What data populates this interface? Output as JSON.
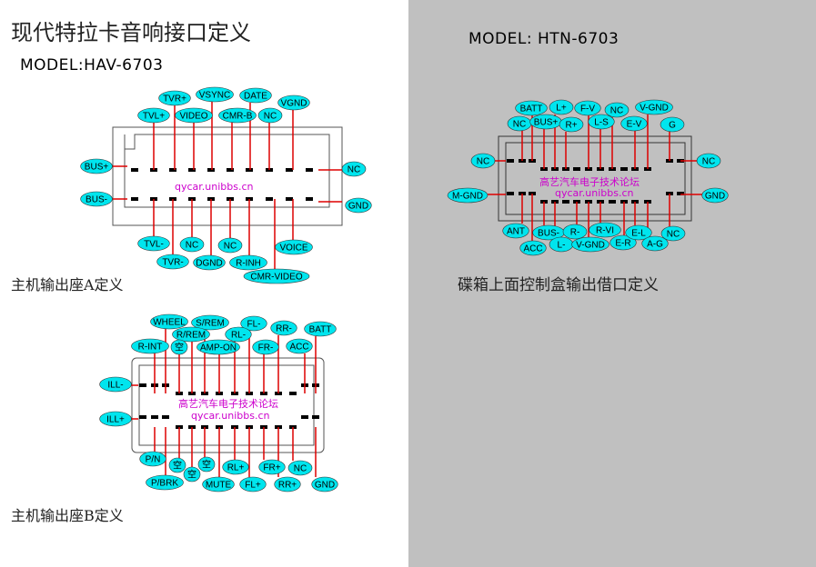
{
  "page_title": "现代特拉卡音响接口定义",
  "left_model": {
    "prefix": "MODEL:",
    "name": "HAV-6703"
  },
  "right_model": {
    "prefix": "MODEL:",
    "name": "HTN-6703"
  },
  "caption_a": "主机输出座A定义",
  "caption_b": "主机输出座B定义",
  "caption_right": "碟箱上面控制盒输出借口定义",
  "watermark_cn": "高艺汽车电子技术论坛",
  "watermark_url": "qycar.unibbs.cn",
  "colors": {
    "bubble": "#00e5ee",
    "wire": "#dd0000",
    "panel_gray": "#c0c0c0",
    "watermark": "#cc00cc"
  },
  "connector_a": {
    "top_labels": [
      "TVR+",
      "TVL+",
      "VIDEO",
      "VSYNC",
      "CMR-B",
      "DATE",
      "NC",
      "VGND"
    ],
    "bottom_labels": [
      "TVL-",
      "TVR-",
      "NC",
      "DGND",
      "NC",
      "R-INH",
      "CMR-VIDEO",
      "VOICE"
    ],
    "left_labels": [
      "BUS+",
      "BUS-"
    ],
    "right_labels": [
      "NC",
      "GND"
    ]
  },
  "connector_b": {
    "top_labels": [
      "WHEEL",
      "S/REM",
      "R/REM",
      "R-INT",
      "空",
      "AMP-ON",
      "FL-",
      "RL-",
      "RR-",
      "FR-",
      "ACC",
      "BATT"
    ],
    "bottom_labels": [
      "P/N",
      "空",
      "空",
      "空",
      "P/BRK",
      "MUTE",
      "RL+",
      "FL+",
      "FR+",
      "RR+",
      "NC",
      "GND"
    ],
    "left_labels": [
      "ILL-",
      "ILL+"
    ]
  },
  "connector_c": {
    "top_labels": [
      "BATT",
      "L+",
      "F-V",
      "NC",
      "V-GND",
      "NC",
      "BUS+",
      "R+",
      "L-S",
      "E-V",
      "G"
    ],
    "bottom_labels": [
      "ANT",
      "ACC",
      "BUS-",
      "L-",
      "R-",
      "V-GND",
      "R-VI",
      "E-R",
      "E-L",
      "A-G",
      "NC"
    ],
    "left_labels": [
      "NC",
      "M-GND"
    ],
    "right_labels": [
      "NC",
      "GND"
    ]
  }
}
